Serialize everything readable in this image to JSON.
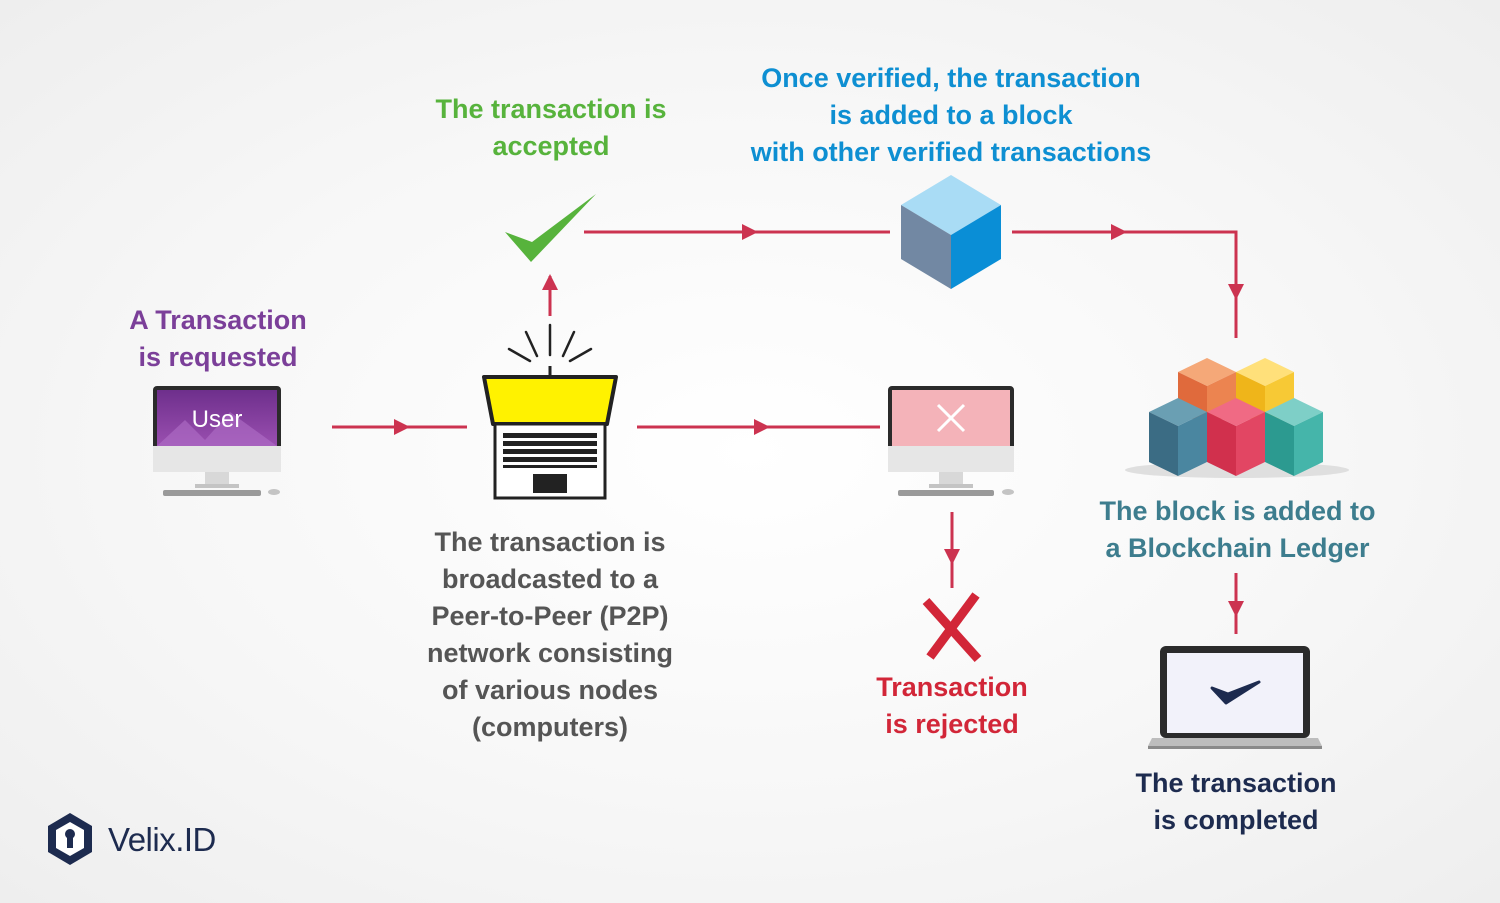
{
  "labels": {
    "requested": "A Transaction\nis requested",
    "user": "User",
    "accepted": "The transaction is\naccepted",
    "verified": "Once verified, the transaction\nis  added to a block\nwith other  verified transactions",
    "broadcast": "The transaction is\nbroadcasted to a\nPeer-to-Peer (P2P)\nnetwork consisting\nof various nodes\n(computers)",
    "rejected": "Transaction\nis rejected",
    "ledger": "The block is added to\na Blockchain Ledger",
    "completed": "The transaction\nis completed"
  },
  "logo": {
    "text": "Velix.ID"
  },
  "colors": {
    "arrow": "#cc3350",
    "purple": "#7b3f99",
    "green": "#57b33c",
    "blue": "#0e8fd2",
    "gray": "#555555",
    "red": "#d22638",
    "teal": "#3d7d8e",
    "navy": "#1d2b4f"
  },
  "icons": {
    "user_monitor": "desktop-monitor-icon",
    "laptop": "broadcasting-laptop-icon",
    "check": "checkmark-icon",
    "block": "cube-block-icon",
    "rejected_monitor": "error-monitor-icon",
    "cross": "cross-icon",
    "blockchain": "stacked-blocks-icon",
    "completed_laptop": "laptop-check-icon",
    "logo": "velix-logo-icon"
  }
}
